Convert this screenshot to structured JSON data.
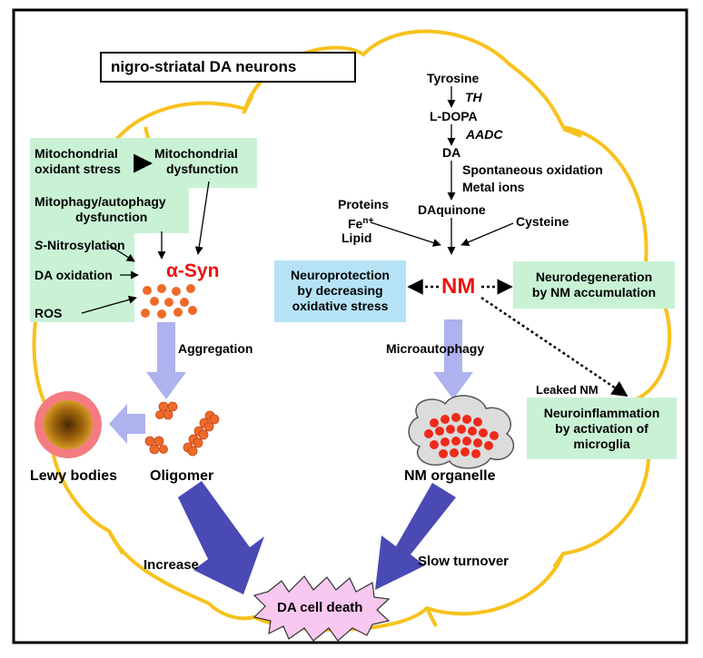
{
  "title": "nigro-striatal DA neurons",
  "stressors": {
    "mito_oxidant_1": "Mitochondrial",
    "mito_oxidant_2": "oxidant stress",
    "mito_dysfunction_1": "Mitochondrial",
    "mito_dysfunction_2": "dysfunction",
    "mitophagy_1": "Mitophagy/autophagy",
    "mitophagy_2": "dysfunction",
    "s_prefix": "S",
    "nitrosylation": "-Nitrosylation",
    "da_oxidation": "DA oxidation",
    "ros": "ROS"
  },
  "asyn": {
    "label": "α-Syn",
    "color": "#ee1111"
  },
  "aggregation": "Aggregation",
  "lewy_bodies": "Lewy bodies",
  "oligomer": "Oligomer",
  "increase": "Increase",
  "cell_death": "DA cell death",
  "pathway": {
    "tyrosine": "Tyrosine",
    "th": "TH",
    "ldopa": "L-DOPA",
    "aadc": "AADC",
    "da": "DA",
    "spont_ox": "Spontaneous oxidation",
    "metal_ions": "Metal ions",
    "daquinone": "DAquinone",
    "proteins": "Proteins",
    "fe_base": "Fe",
    "fe_sup": "n+",
    "lipid": "Lipid",
    "cysteine": "Cysteine"
  },
  "nm": {
    "label": "NM",
    "color": "#ee1111"
  },
  "neuroprotection": [
    "Neuroprotection",
    "by decreasing",
    "oxidative stress"
  ],
  "neurodegeneration": [
    "Neurodegeneration",
    "by NM accumulation"
  ],
  "microautophagy": "Microautophagy",
  "leaked_nm": "Leaked NM",
  "neuroinflammation": [
    "Neuroinflammation",
    "by activation of",
    "microglia"
  ],
  "nm_organelle": "NM organelle",
  "slow_turnover": "Slow turnover",
  "colors": {
    "membrane": "#f7c21d",
    "green_box": "#c9f2d5",
    "blue_box": "#b5e3f5",
    "aggregation_arrow": "#aeb2ee",
    "death_arrow": "#4a4ab5",
    "death_burst": "#f8c8f0",
    "particle": "#ee6a28",
    "lewy_outer": "#f47c80",
    "lewy_core": "#b8780c"
  }
}
